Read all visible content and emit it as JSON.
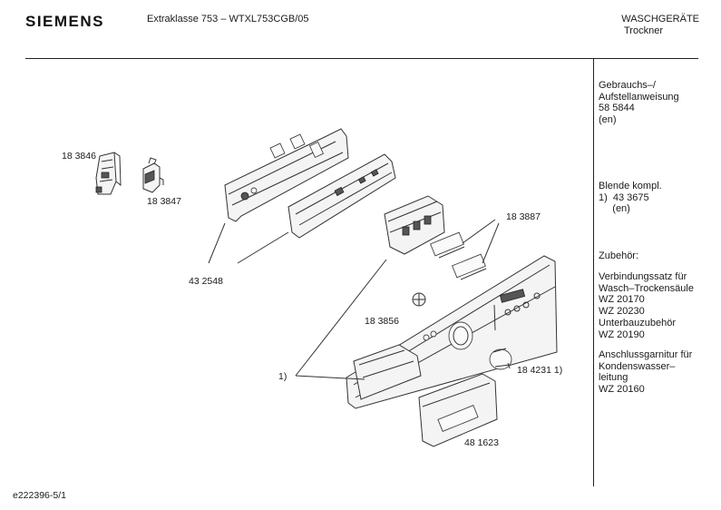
{
  "header": {
    "brand": "SIEMENS",
    "model": "Extraklasse 753 – WTXL753CGB/05",
    "category": "WASCHGERÄTE",
    "subcategory": "Trockner"
  },
  "sidebar": {
    "manual": "Gebrauchs–/\nAufstellanweisung\n58 5844\n(en)",
    "panel": "Blende kompl.\n1)  43 3675\n     (en)",
    "accessories_title": "Zubehör:",
    "kit1": "Verbindungssatz für\nWasch–Trockensäule\nWZ 20170\nWZ 20230",
    "kit2": "Unterbauzubehör\nWZ 20190",
    "kit3": "Anschlussgarnitur für\nKondenswasser–\nleitung\nWZ 20160"
  },
  "parts": {
    "p1": "18 3846",
    "p2": "18 3847",
    "p3": "43 2548",
    "p4": "18 3887",
    "p5": "18 3856",
    "p6": "1)",
    "p7": "18 4231 1)",
    "p8": "48 1623"
  },
  "footer": {
    "code": "e222396-5/1"
  }
}
